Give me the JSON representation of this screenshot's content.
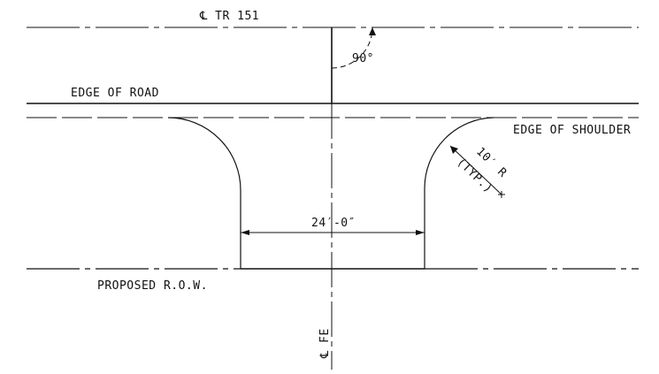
{
  "labels": {
    "centerline_tr": "℄ TR 151",
    "angle": "90°",
    "edge_of_road": "EDGE OF ROAD",
    "edge_of_shoulder": "EDGE OF SHOULDER",
    "radius": "10′ R",
    "radius_note": "(TYP.)",
    "width": "24′-0″",
    "proposed_row": "PROPOSED R.O.W.",
    "centerline_fe": "℄ FE"
  },
  "colors": {
    "ink": "#111111",
    "background": "#ffffff"
  }
}
